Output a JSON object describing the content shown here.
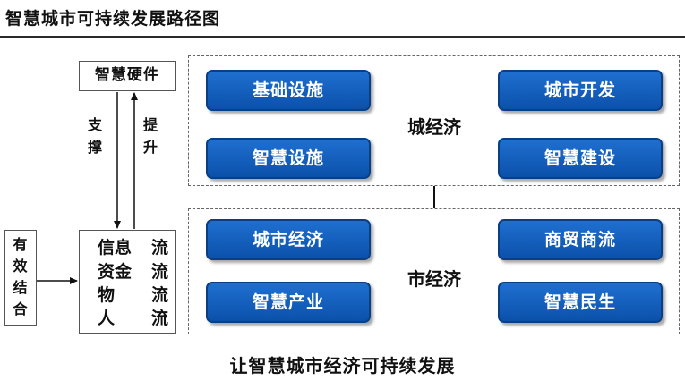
{
  "title": "智慧城市可持续发展路径图",
  "hardware": "智慧硬件",
  "support_label": [
    "支",
    "撑"
  ],
  "upgrade_label": [
    "提",
    "升"
  ],
  "flows": [
    "信息流",
    "资金流",
    "物流",
    "人流"
  ],
  "flow_cells": {
    "r1": [
      "信息",
      "流"
    ],
    "r2": [
      "资金",
      "流"
    ],
    "r3": [
      "物",
      "流"
    ],
    "r4": [
      "人",
      "流"
    ]
  },
  "combine": [
    "有",
    "效",
    "结",
    "合"
  ],
  "city_economy": {
    "label": "城经济",
    "nodes": {
      "infrastructure": "基础设施",
      "city_development": "城市开发",
      "smart_facilities": "智慧设施",
      "smart_construction": "智慧建设"
    }
  },
  "market_economy": {
    "label": "市经济",
    "nodes": {
      "urban_economy": "城市经济",
      "trade_commerce": "商贸商流",
      "smart_industry": "智慧产业",
      "smart_livelihood": "智慧民生"
    }
  },
  "caption": "让智慧城市经济可持续发展",
  "colors": {
    "node_fill": "#1565c0",
    "node_border": "#0a3f86",
    "teal_connector": "#3fb7b3",
    "text": "#111111"
  }
}
